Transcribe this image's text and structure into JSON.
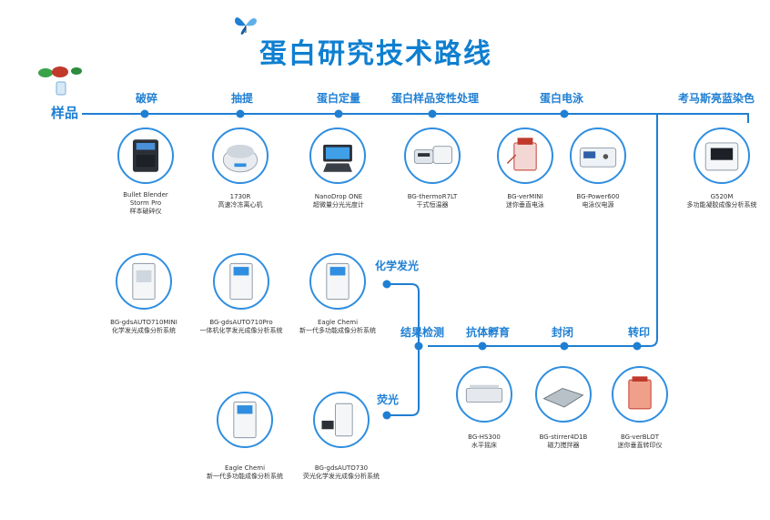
{
  "title": "蛋白研究技术路线",
  "start_label": "样品",
  "steps": {
    "crush": "破碎",
    "extract": "抽提",
    "quant": "蛋白定量",
    "denature": "蛋白样品变性处理",
    "electro": "蛋白电泳",
    "stain": "考马斯亮蓝染色",
    "chemi": "化学发光",
    "detect": "结果检测",
    "antibody": "抗体孵育",
    "block": "封闭",
    "transfer": "转印",
    "fluor": "荧光"
  },
  "devices": {
    "bullet": {
      "name": "Bullet Blender",
      "line2": "Storm Pro",
      "desc": "样本破碎仪"
    },
    "centri": {
      "name": "1730R",
      "desc": "高速冷冻离心机"
    },
    "nanodrop": {
      "name": "NanoDrop ONE",
      "desc": "超微量分光光度计"
    },
    "thermo": {
      "name": "BG-thermoR7LT",
      "desc": "干式恒温器"
    },
    "vermini": {
      "name": "BG-verMINI",
      "desc": "迷你垂直电泳"
    },
    "power": {
      "name": "BG-Power600",
      "desc": "电泳仪电源"
    },
    "g520": {
      "name": "G520M",
      "desc": "多功能凝胶成像分析系统"
    },
    "autominI": {
      "name": "BG-gdsAUTO710MINI",
      "desc": "化学发光成像分析系统"
    },
    "auto710": {
      "name": "BG-gdsAUTO710Pro",
      "desc": "一体机化学发光成像分析系统"
    },
    "eagle1": {
      "name": "Eagle Chemi",
      "desc": "新一代多功能成像分析系统"
    },
    "eagle2": {
      "name": "Eagle Chemi",
      "desc": "新一代多功能成像分析系统"
    },
    "auto730": {
      "name": "BG-gdsAUTO730",
      "desc": "荧光化学发光成像分析系统"
    },
    "hs300": {
      "name": "BG-HS300",
      "desc": "水平摇床"
    },
    "stirrer": {
      "name": "BG-stirrer4D1B",
      "desc": "磁力搅拌器"
    },
    "verblot": {
      "name": "BG-verBLOT",
      "desc": "迷你垂直转印仪"
    }
  },
  "colors": {
    "accent": "#1f7fd3",
    "title": "#0f7fd0",
    "ring": "#2f8ee0"
  }
}
